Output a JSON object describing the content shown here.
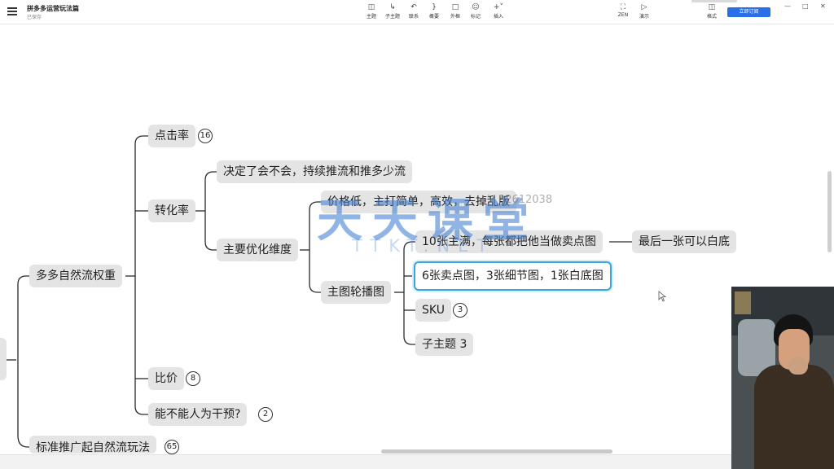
{
  "app": {
    "doc_title": "拼多多运营玩法篇",
    "doc_status": "已保存"
  },
  "toolbar": {
    "tools": [
      {
        "key": "topic",
        "label": "主题",
        "icon": "topic-icon"
      },
      {
        "key": "subtopic",
        "label": "子主题",
        "icon": "subtopic-icon"
      },
      {
        "key": "relation",
        "label": "联系",
        "icon": "relation-icon"
      },
      {
        "key": "summary",
        "label": "概要",
        "icon": "summary-icon"
      },
      {
        "key": "boundary",
        "label": "外框",
        "icon": "boundary-icon"
      },
      {
        "key": "marker",
        "label": "标记",
        "icon": "marker-icon"
      },
      {
        "key": "insert",
        "label": "插入",
        "icon": "plus-icon"
      }
    ],
    "zen_label": "ZEN",
    "present_label": "演示",
    "format_label": "格式",
    "subscribe_label": "立即订阅"
  },
  "mindmap": {
    "nodes": {
      "root_partial": "",
      "weight": "多多自然流权重",
      "ctr": "点击率",
      "ctr_badge": "16",
      "conversion": "转化率",
      "decide": "决定了会不会，持续推流和推多少流",
      "optimize": "主要优化维度",
      "price": "价格低，主打简单，高效，去掉乱版",
      "carousel": "主图轮播图",
      "ten_sheets": "10张主满，每张都把他当做卖点图",
      "last_white": "最后一张可以白底",
      "six_sheets": "6张卖点图，3张细节图，1张白底图",
      "sku": "SKU",
      "sku_badge": "3",
      "subtopic3": "子主题 3",
      "compare": "比价",
      "compare_badge": "8",
      "intervene": "能不能人为干预?",
      "intervene_badge": "2",
      "standard": "标准推广起自然流玩法",
      "standard_badge": "65"
    },
    "selected_node": "six_sheets"
  },
  "watermark": {
    "main": "天天课堂",
    "sub": "TTKT.NET",
    "tag": "+V 32612038"
  },
  "colors": {
    "node_bg": "#e4e4e4",
    "selected_border": "#3aa6d8",
    "accent": "#2b6fe8",
    "line": "#2a2a2a"
  }
}
